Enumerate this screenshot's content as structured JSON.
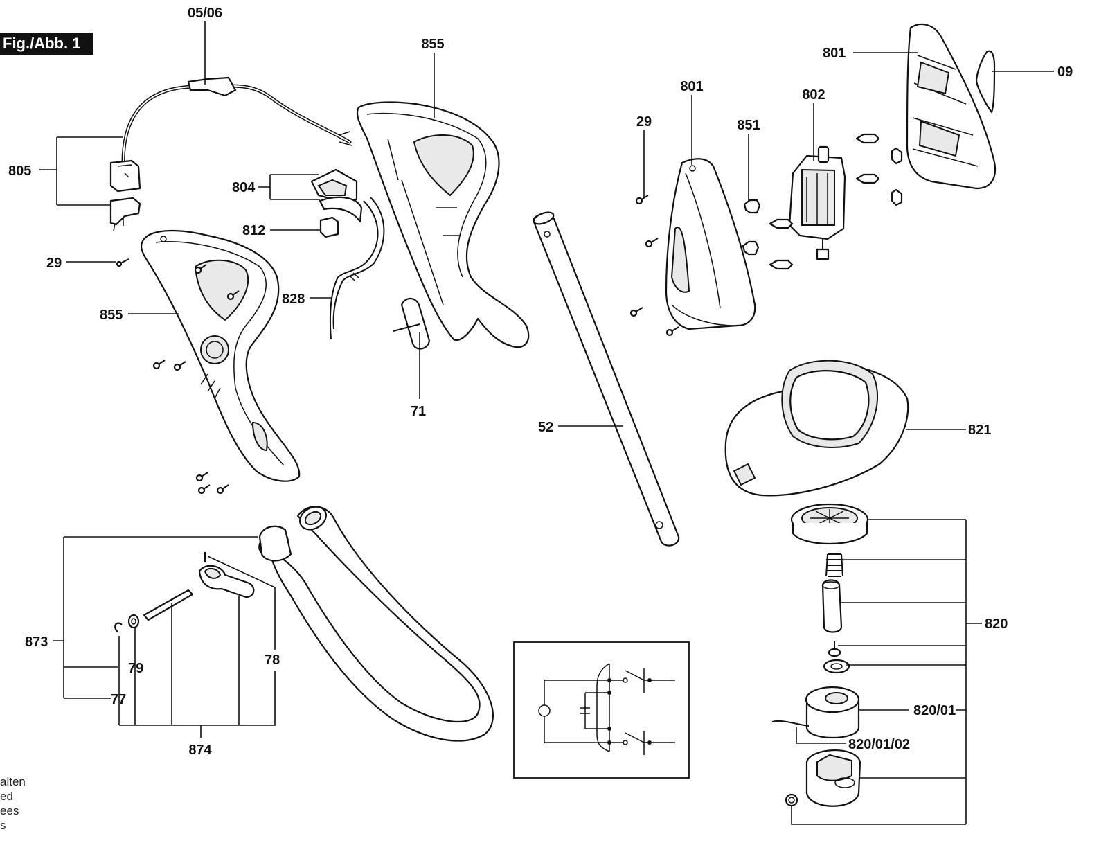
{
  "figure_tag": "Fig./Abb. 1",
  "legend_lines": [
    "alten",
    "ed",
    "ees",
    "s"
  ],
  "labels": {
    "p0506": "05/06",
    "p855_top": "855",
    "p801_top": "801",
    "p09": "09",
    "p801_mid": "801",
    "p802": "802",
    "p29_mid": "29",
    "p851": "851",
    "p805": "805",
    "p804": "804",
    "p812": "812",
    "p29_left": "29",
    "p828": "828",
    "p855_left": "855",
    "p71": "71",
    "p52": "52",
    "p821": "821",
    "p873": "873",
    "p79": "79",
    "p77": "77",
    "p78": "78",
    "p874": "874",
    "p820": "820",
    "p82001": "820/01",
    "p8200102": "820/01/02"
  }
}
